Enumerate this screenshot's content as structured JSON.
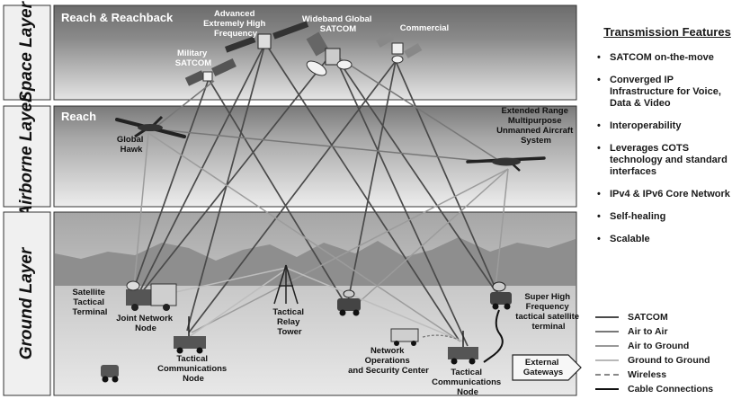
{
  "layers": {
    "space": {
      "label": "Space Layer",
      "title": "Reach & Reachback"
    },
    "airborne": {
      "label": "Airborne Layer",
      "title": "Reach"
    },
    "ground": {
      "label": "Ground Layer"
    }
  },
  "nodes": {
    "aehf": "Advanced Extremely High Frequency",
    "wgs": "Wideband Global SATCOM",
    "commercial": "Commercial",
    "milsat": "Military SATCOM",
    "global_hawk": "Global Hawk",
    "uas": "Extended Range Multipurpose Unmanned Aircraft System",
    "stt": "Satellite Tactical Terminal",
    "jnn": "Joint Network Node",
    "relay": "Tactical Relay Tower",
    "tcn1": "Tactical Communications Node",
    "noc": "Network Operations and Security Center",
    "tcn2": "Tactical Communications Node",
    "shf": "Super High Frequency tactical satellite terminal",
    "gateway": "External Gateways"
  },
  "features": {
    "title": "Transmission Features",
    "items": [
      "SATCOM on-the-move",
      "Converged IP Infrastructure for Voice, Data & Video",
      "Interoperability",
      "Leverages COTS technology and standard interfaces",
      "IPv4 & IPv6 Core Network",
      "Self-healing",
      "Scalable"
    ]
  },
  "legend": [
    {
      "label": "SATCOM",
      "color": "#4a4a4a",
      "style": "solid"
    },
    {
      "label": "Air to Air",
      "color": "#777777",
      "style": "solid"
    },
    {
      "label": "Air to Ground",
      "color": "#999999",
      "style": "solid"
    },
    {
      "label": "Ground to Ground",
      "color": "#b8b8b8",
      "style": "solid"
    },
    {
      "label": "Wireless",
      "color": "#888888",
      "style": "dashed"
    },
    {
      "label": "Cable Connections",
      "color": "#111111",
      "style": "solid"
    }
  ]
}
